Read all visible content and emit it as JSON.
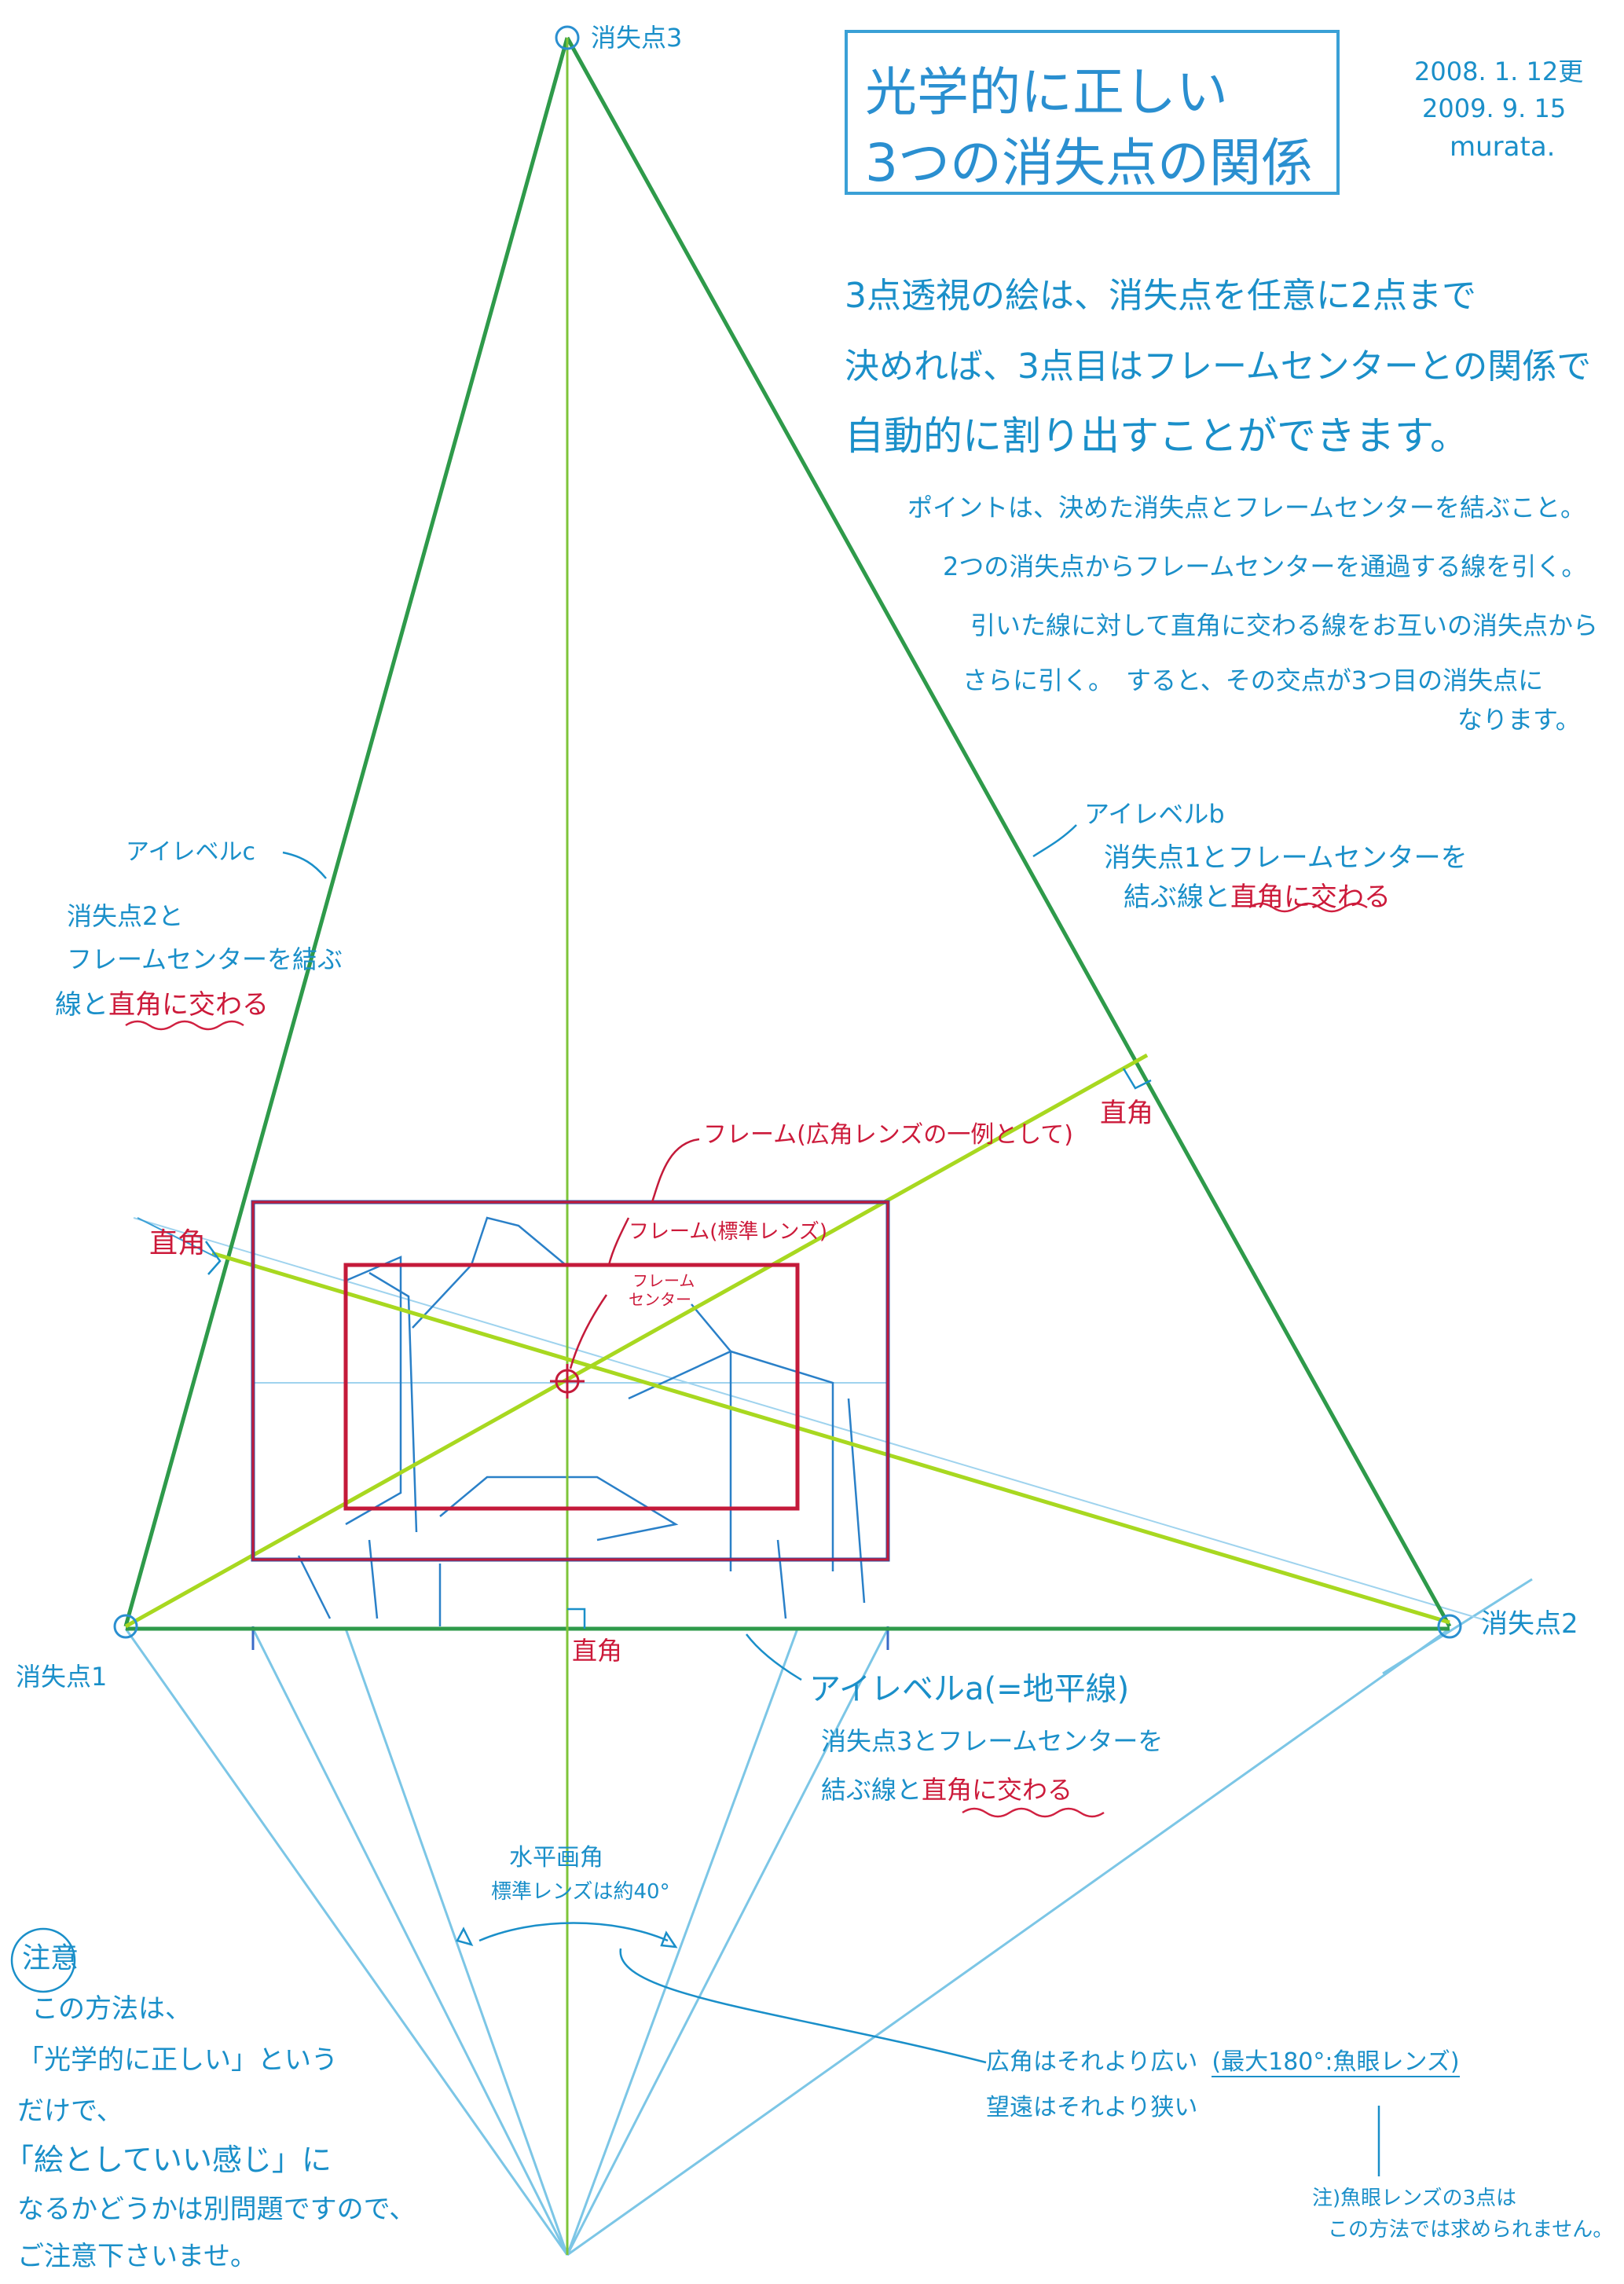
{
  "title": {
    "line1": "光学的に正しい",
    "line2": "3つの消失点の関係"
  },
  "dates": [
    "2008. 1. 12更",
    "2009. 9. 15",
    "murata."
  ],
  "vanishing_points": {
    "vp1": "消失点1",
    "vp2": "消失点2",
    "vp3": "消失点3"
  },
  "intro": {
    "lines": [
      "3点透視の絵は、消失点を任意に2点まで",
      "決めれば、3点目はフレームセンターとの関係で",
      "自動的に割り出すことができます。"
    ],
    "points": [
      "ポイントは、決めた消失点とフレームセンターを結ぶこと。",
      "2つの消失点からフレームセンターを通過する線を引く。",
      "引いた線に対して直角に交わる線をお互いの消失点から",
      "さらに引く。　すると、その交点が3つ目の消失点に",
      "なります。"
    ]
  },
  "eye_level_b": {
    "label": "アイレベルb",
    "line1": "消失点1とフレームセンターを",
    "line2_prefix": "結ぶ線と",
    "line2_emph": "直角に交わる"
  },
  "eye_level_c": {
    "label": "アイレベルc",
    "line1": "消失点2と",
    "line2": "フレームセンターを結ぶ",
    "line3_prefix": "線と",
    "line3_emph": "直角に交わる"
  },
  "eye_level_a": {
    "label": "アイレベルa(=地平線)",
    "line1": "消失点3とフレームセンターを",
    "line2_prefix": "結ぶ線と",
    "line2_emph": "直角に交わる"
  },
  "right_angle": "直角",
  "frame_wide": "フレーム(広角レンズの一例として)",
  "frame_standard": "フレーム(標準レンズ)",
  "frame_center": [
    "フレーム",
    "センター"
  ],
  "angle_of_view": {
    "line1": "水平画角",
    "line2": "標準レンズは約40°"
  },
  "wide_tele": {
    "line1_prefix": "広角はそれより広い",
    "line1_paren": "(最大180°:魚眼レンズ)",
    "line2": "望遠はそれより狭い"
  },
  "fisheye_note": {
    "line1": "注)魚眼レンズの3点は",
    "line2": "この方法では求められません。"
  },
  "caution": {
    "heading": "注意",
    "lines": [
      "この方法は、",
      "「光学的に正しい」という",
      "だけで、",
      "「絵としていい感じ」に",
      "なるかどうかは別問題ですので、",
      "ご注意下さいませ。"
    ]
  },
  "colors": {
    "green_dark": "#2e9a4a",
    "green_light": "#a8d820",
    "blue": "#1a8fc9",
    "light_blue": "#7cc6e6",
    "red": "#c41a3a",
    "navy": "#3050a0"
  }
}
